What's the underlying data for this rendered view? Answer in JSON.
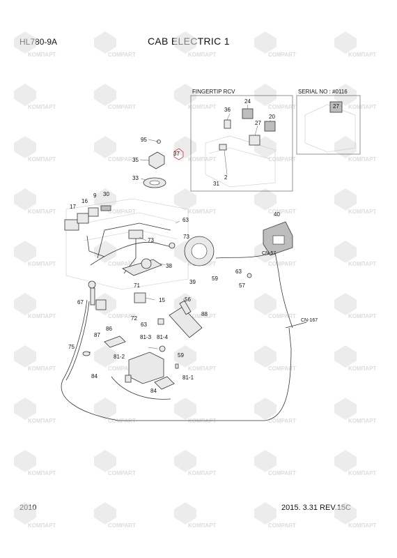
{
  "header": {
    "model": "HL780-9A",
    "title": "CAB ELECTRIC 1"
  },
  "footer": {
    "year": "2010",
    "revision": "2015. 3.31  REV.15C"
  },
  "watermark": {
    "word_a": "KOMПАРТ",
    "word_b": "COMPART",
    "color": "#dcdcdc"
  },
  "inset_boxes": {
    "fingertip": {
      "title": "FINGERTIP RCV"
    },
    "serial": {
      "title": "SERIAL NO : #0116"
    }
  },
  "callouts": {
    "c95": "95",
    "c37": "37",
    "c35": "35",
    "c33": "33",
    "c36": "36",
    "c24": "24",
    "c20": "20",
    "c27a": "27",
    "c2": "2",
    "c31": "31",
    "c27b": "27",
    "c9": "9",
    "c30": "30",
    "c16": "16",
    "c17": "17",
    "c63a": "63",
    "c73a": "73",
    "c73b": "73",
    "c38": "38",
    "c71": "71",
    "c39": "39",
    "c59a": "59",
    "c40": "40",
    "cn57": "CN-57",
    "c63b": "63",
    "c57": "57",
    "c15": "15",
    "c56": "56",
    "c88": "88",
    "c67": "67",
    "c72": "72",
    "c63c": "63",
    "c86": "86",
    "c87": "87",
    "c81_3": "81-3",
    "c81_4": "81-4",
    "c81_2": "81-2",
    "c59b": "59",
    "c81_1": "81-1",
    "c75": "75",
    "c84a": "84",
    "c84b": "84",
    "cn167": "CN-167"
  },
  "highlight": {
    "color": "#e04040"
  }
}
